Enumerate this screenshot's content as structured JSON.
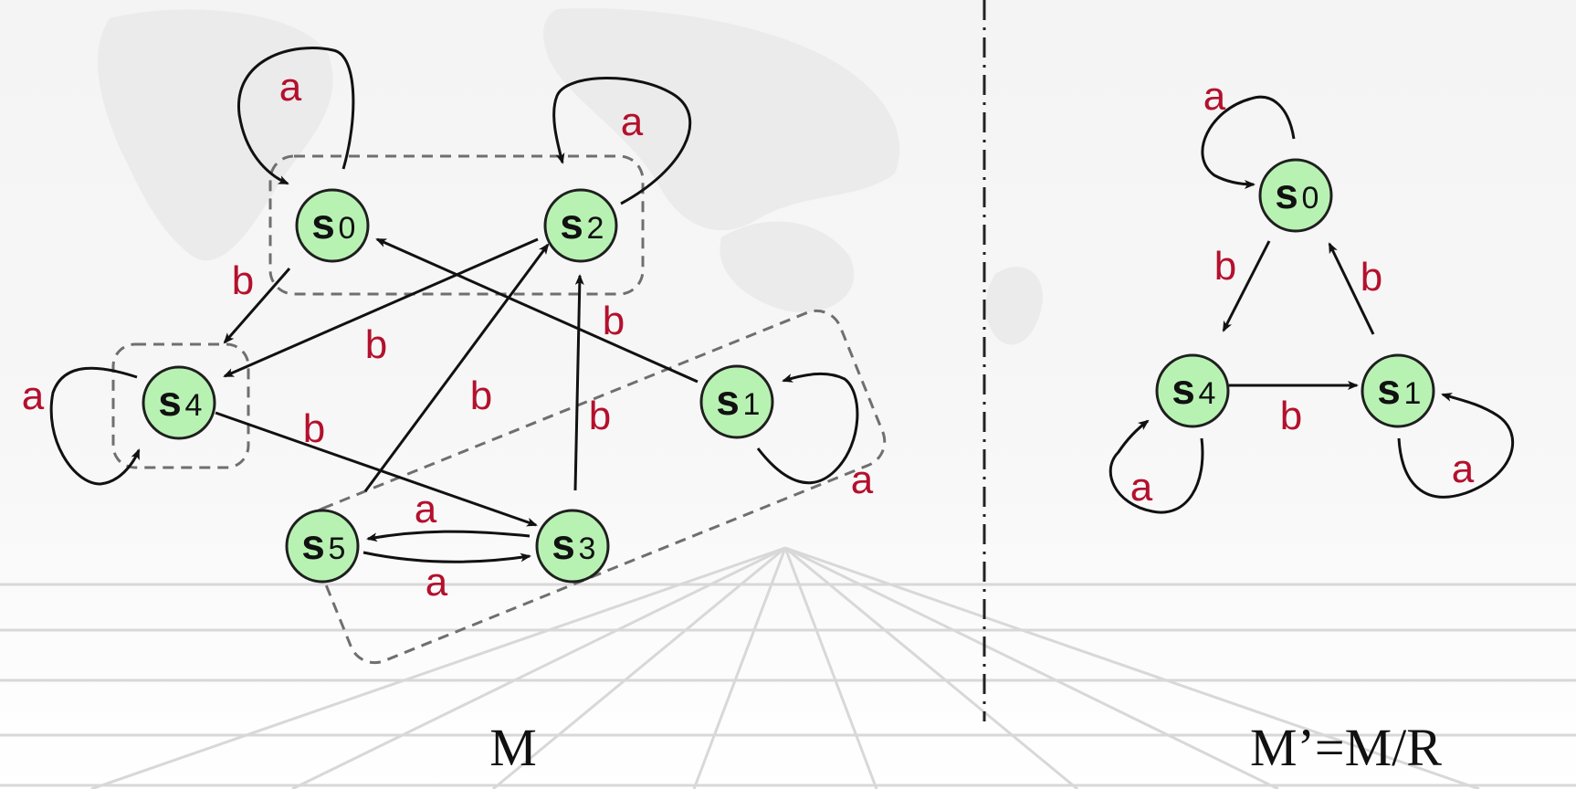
{
  "left": {
    "caption": "M",
    "states": [
      {
        "id": "s0",
        "main": "s",
        "sub": "0"
      },
      {
        "id": "s2",
        "main": "s",
        "sub": "2"
      },
      {
        "id": "s4",
        "main": "s",
        "sub": "4"
      },
      {
        "id": "s1",
        "main": "s",
        "sub": "1"
      },
      {
        "id": "s5",
        "main": "s",
        "sub": "5"
      },
      {
        "id": "s3",
        "main": "s",
        "sub": "3"
      }
    ],
    "labels": {
      "s0_loop": "a",
      "s2_loop": "a",
      "s4_loop": "a",
      "s1_loop": "a",
      "s0_s4": "b",
      "s2_s4": "b",
      "s1_s0": "b",
      "s5_s2": "b",
      "s3_s2": "b",
      "s4_s3": "b",
      "s3_s5": "a",
      "s5_s3": "a"
    }
  },
  "right": {
    "caption": "M’=M/R",
    "states": [
      {
        "id": "s0",
        "main": "s",
        "sub": "0"
      },
      {
        "id": "s4",
        "main": "s",
        "sub": "4"
      },
      {
        "id": "s1",
        "main": "s",
        "sub": "1"
      }
    ],
    "labels": {
      "s0_loop": "a",
      "s0_s4": "b",
      "s1_s0": "b",
      "s4_s1": "b",
      "s4_loop": "a",
      "s1_loop": "a"
    }
  }
}
